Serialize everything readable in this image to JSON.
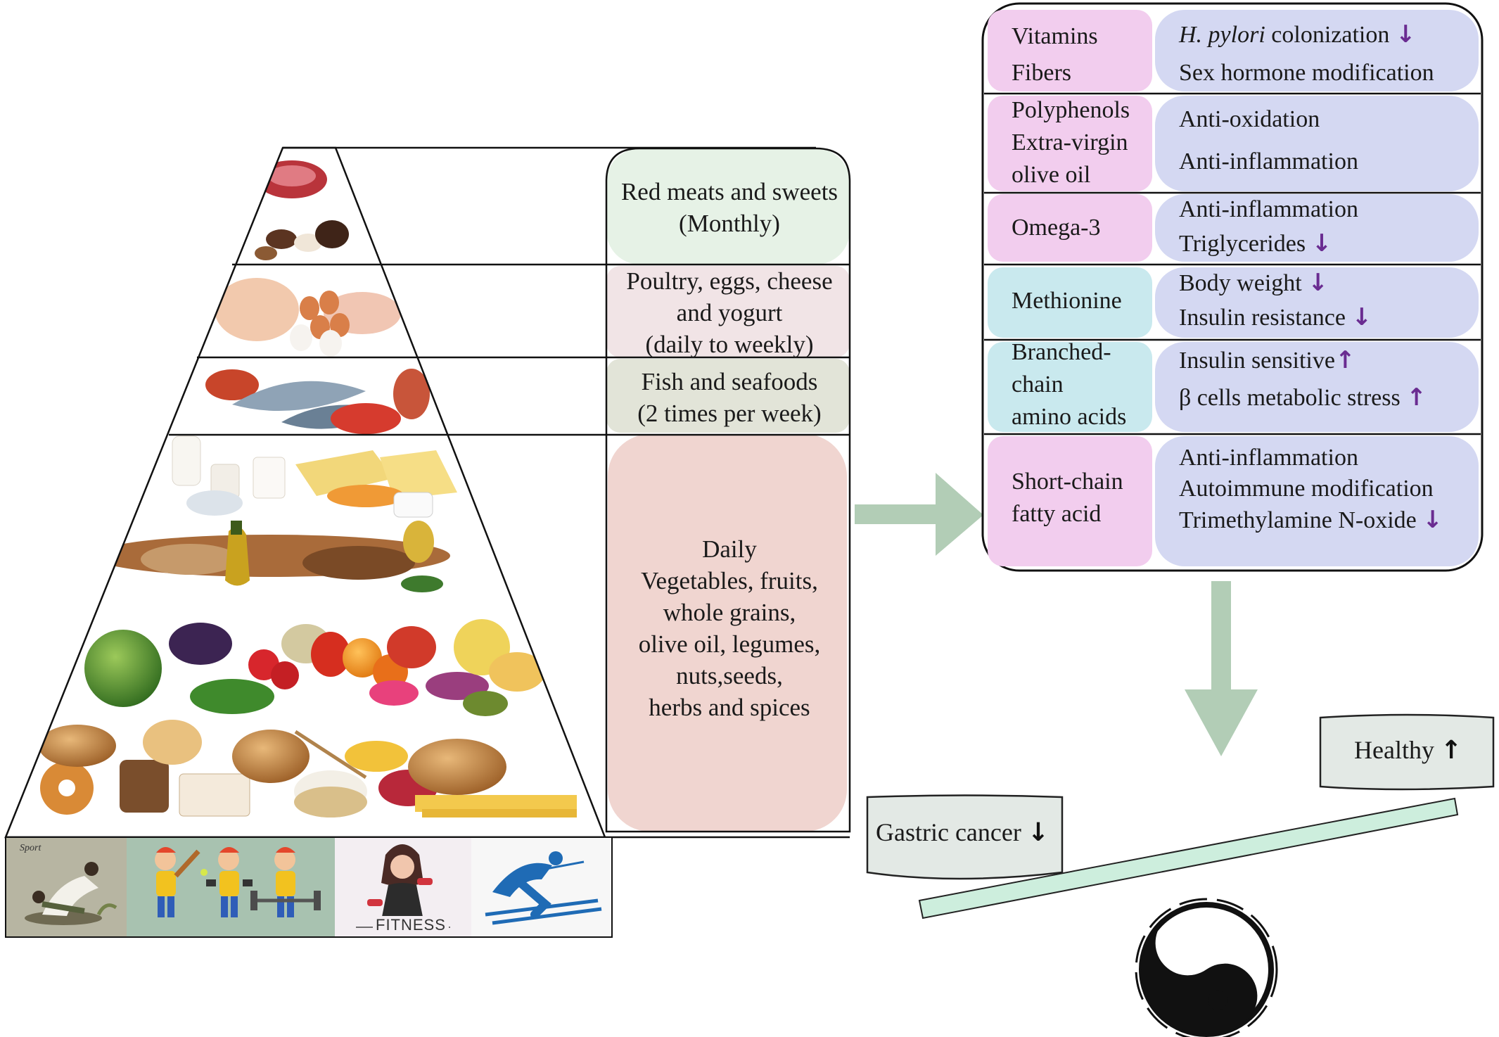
{
  "pyramid": {
    "tiers": [
      {
        "lines": [
          "Red meats and sweets",
          "(Monthly)"
        ]
      },
      {
        "lines": [
          "Poultry, eggs, cheese",
          "and yogurt",
          "(daily to weekly)"
        ]
      },
      {
        "lines": [
          "Fish and seafoods",
          "(2 times per week)"
        ]
      },
      {
        "lines": [
          "Daily",
          "Vegetables, fruits,",
          "whole grains,",
          "olive oil, legumes,",
          "nuts,seeds,",
          "herbs and spices"
        ]
      }
    ],
    "exercise_strip": {
      "panel_captions": [
        "Sport",
        "",
        "FITNESS",
        ""
      ]
    }
  },
  "nutrients": [
    {
      "left": [
        "Vitamins",
        "Fibers"
      ],
      "effects": [
        {
          "text": "H. pylori colonization",
          "italic_prefix": "H. pylori",
          "arrow": "↓"
        },
        {
          "text": "Sex hormone modification",
          "arrow": ""
        }
      ]
    },
    {
      "left": [
        "Polyphenols",
        "Extra-virgin",
        "olive oil"
      ],
      "effects": [
        {
          "text": "Anti-oxidation",
          "arrow": ""
        },
        {
          "text": "Anti-inflammation",
          "arrow": ""
        }
      ]
    },
    {
      "left": [
        "Omega-3"
      ],
      "effects": [
        {
          "text": "Anti-inflammation",
          "arrow": ""
        },
        {
          "text": "Triglycerides",
          "arrow": "↓"
        }
      ]
    },
    {
      "left": [
        "Methionine"
      ],
      "effects": [
        {
          "text": "Body weight",
          "arrow": "↓"
        },
        {
          "text": "Insulin resistance",
          "arrow": "↓"
        }
      ]
    },
    {
      "left": [
        "Branched-",
        "chain",
        "amino acids"
      ],
      "effects": [
        {
          "text": "Insulin sensitive",
          "arrow": "↑"
        },
        {
          "text": "β cells metabolic stress",
          "arrow": "↑"
        }
      ]
    },
    {
      "left": [
        "Short-chain",
        "fatty acid"
      ],
      "effects": [
        {
          "text": "Anti-inflammation",
          "arrow": ""
        },
        {
          "text": "Autoimmune modification",
          "arrow": ""
        },
        {
          "text": "Trimethylamine N-oxide",
          "arrow": "↓"
        }
      ]
    }
  ],
  "balance": {
    "left_box": {
      "label": "Gastric cancer",
      "arrow": "↓"
    },
    "right_box": {
      "label": "Healthy",
      "arrow": "↑"
    },
    "fulcrum": "yin-yang-icon"
  },
  "colors": {
    "tier_red_meat": "#e6f2e6",
    "tier_poultry": "#f1e4e6",
    "tier_fish": "#e2e4d8",
    "tier_daily": "#f0d5d0",
    "left_pink": "#f2cdee",
    "left_cyan": "#c9e9ee",
    "right_lavender": "#d4d8f2",
    "flow_arrow": "#b2cdb6",
    "balance_beam": "#cdeedd",
    "effect_arrow": "#6a2c91",
    "result_box": "#e3e9e5"
  }
}
